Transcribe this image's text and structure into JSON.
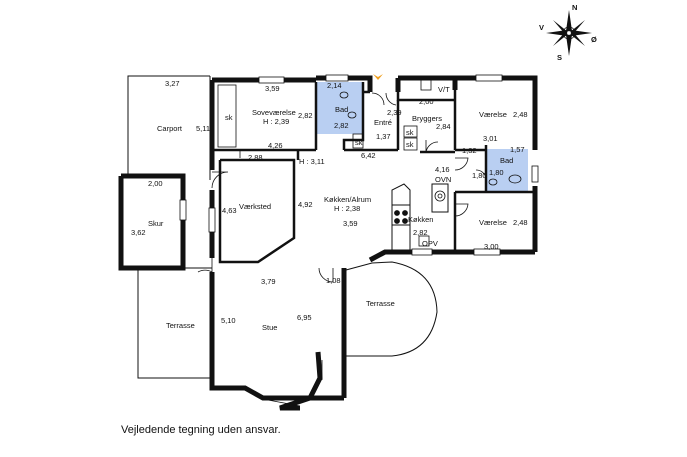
{
  "compass": {
    "n": "N",
    "s": "S",
    "v": "V",
    "o": "Ø"
  },
  "rooms": {
    "carport": "Carport",
    "skur": "Skur",
    "terrasse_left": "Terrasse",
    "sovevaerelse": "Soveværelse",
    "sovevaerelse_height": "H : 2,39",
    "bad_main": "Bad",
    "entre": "Entré",
    "bryggers": "Bryggers",
    "vaerelse_top": "Værelse",
    "bad_small": "Bad",
    "vaerelse_bottom": "Værelse",
    "vaerksted": "Værksted",
    "kokken_alrum": "Køkken/Alrum",
    "kokken_alrum_height": "H : 2,38",
    "kokken": "Køkken",
    "stue": "Stue",
    "terrasse_right": "Terrasse",
    "height_311": "H : 3,11"
  },
  "labels": {
    "sk1": "sk",
    "sk2": "sk",
    "sk3": "sk",
    "sk4": "sk",
    "vt": "V/T",
    "ovn": "OVN",
    "opv": "OPV"
  },
  "dims": {
    "d327": "3,27",
    "d511": "5,11",
    "d200_skur": "2,00",
    "d362": "3,62",
    "d359_top": "3,59",
    "d282_sove": "2,82",
    "d426": "4,26",
    "d214": "2,14",
    "d282_bad": "2,82",
    "d239": "2,39",
    "d137": "1,37",
    "d642": "6,42",
    "d200_bryg": "2,00",
    "d284": "2,84",
    "d248_top": "2,48",
    "d301": "3,01",
    "d132": "1,32",
    "d157": "1,57",
    "d180_a": "1,80",
    "d180_b": "1,80",
    "d416": "4,16",
    "d248_bot": "2,48",
    "d300": "3,00",
    "d288": "2,88",
    "d463": "4,63",
    "d492": "4,92",
    "d359_kok": "3,59",
    "d282_kok": "2,82",
    "d379": "3,79",
    "d108": "1,08",
    "d510": "5,10",
    "d695": "6,95"
  },
  "caption": "Vejledende tegning uden ansvar."
}
